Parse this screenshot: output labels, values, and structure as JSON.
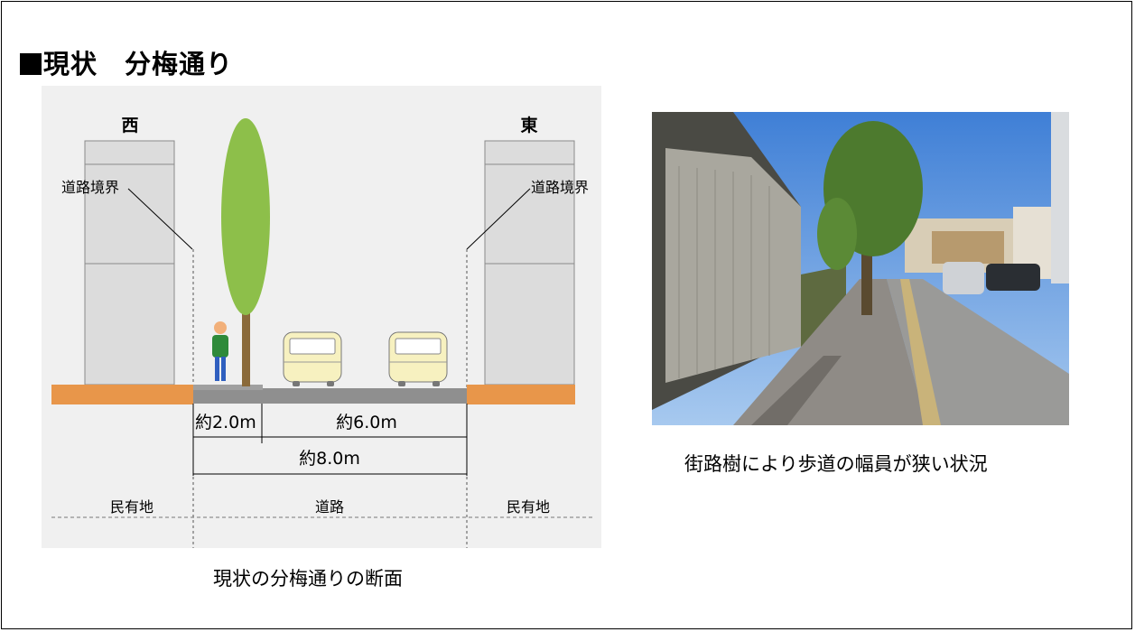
{
  "title": "現状　分梅通り",
  "diagram": {
    "west_label": "西",
    "east_label": "東",
    "boundary_left": "道路境界",
    "boundary_right": "道路境界",
    "dim_sidewalk": "約2.0m",
    "dim_carriageway": "約6.0m",
    "dim_total": "約8.0m",
    "zone_left": "民有地",
    "zone_center": "道路",
    "zone_right": "民有地",
    "caption": "現状の分梅通りの断面"
  },
  "photo": {
    "caption": "街路樹により歩道の幅員が狭い状況"
  },
  "colors": {
    "ground": "#e8964a",
    "road": "#8f8f8f",
    "building": "#dcdcdc",
    "tree": "#8dbf4a",
    "trunk": "#8a6a3a",
    "car": "#f7f1c0"
  }
}
